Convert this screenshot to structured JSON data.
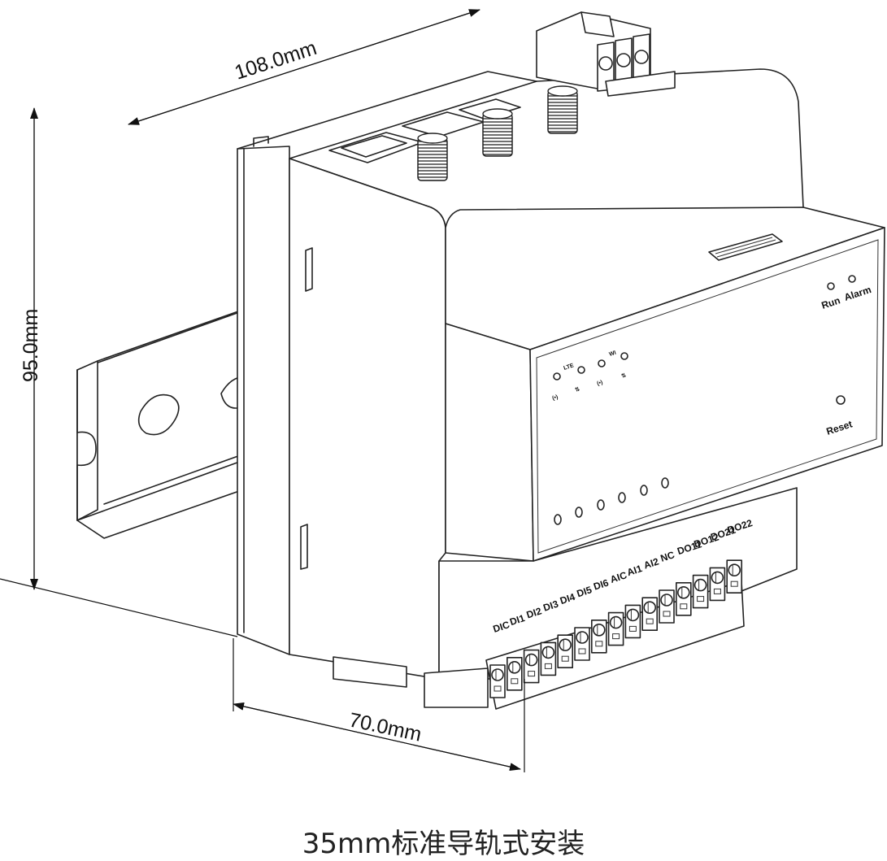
{
  "dimensions": {
    "depth": "108.0mm",
    "height": "95.0mm",
    "width": "70.0mm"
  },
  "indicators": {
    "run": "Run",
    "alarm": "Alarm",
    "reset": "Reset",
    "lte": "LTE",
    "wifi": "WI"
  },
  "terminals": [
    "DIC",
    "DI1",
    "DI2",
    "DI3",
    "DI4",
    "DI5",
    "DI6",
    "AIC",
    "AI1",
    "AI2",
    "NC",
    "DO11",
    "DO12",
    "DO21",
    "DO22"
  ],
  "caption": "35mm标准导轨式安装"
}
